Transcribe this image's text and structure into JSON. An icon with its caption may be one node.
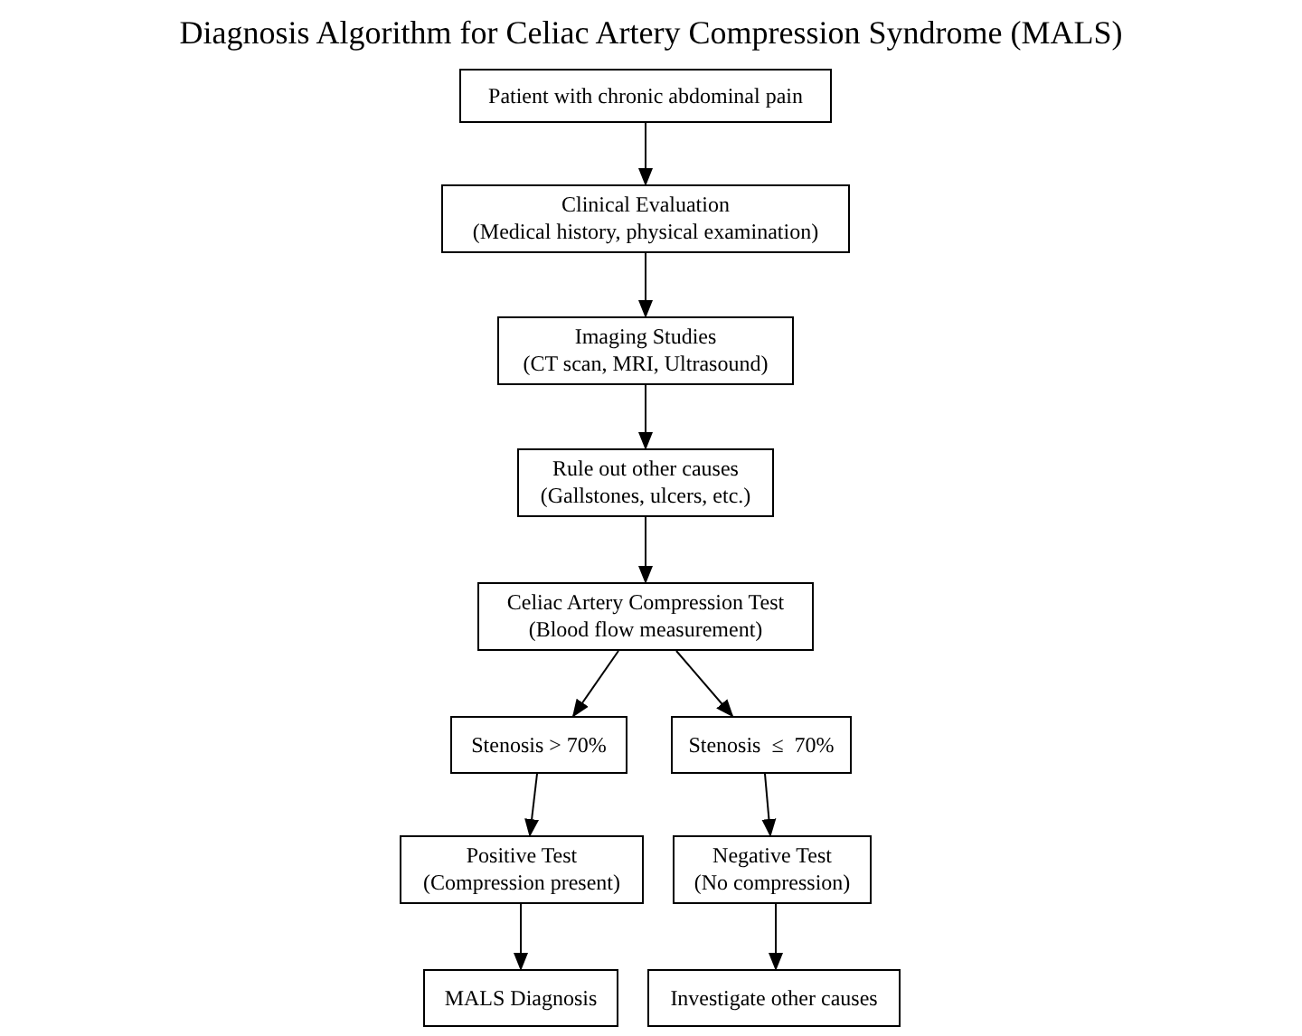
{
  "diagram": {
    "title": "Diagnosis Algorithm for Celiac Artery Compression Syndrome (MALS)",
    "nodes": [
      {
        "text": [
          "Patient with chronic abdominal pain"
        ]
      },
      {
        "text": [
          "Clinical Evaluation",
          "(Medical history, physical examination)"
        ]
      },
      {
        "text": [
          "Imaging Studies",
          "(CT scan, MRI, Ultrasound)"
        ]
      },
      {
        "text": [
          "Rule out other causes",
          "(Gallstones, ulcers, etc.)"
        ]
      },
      {
        "text": [
          "Celiac Artery Compression Test",
          "(Blood flow measurement)"
        ]
      },
      {
        "text": [
          "Stenosis > 70%"
        ]
      },
      {
        "text": [
          "Stenosis  ≤  70%"
        ]
      },
      {
        "text": [
          "Positive Test",
          "(Compression present)"
        ]
      },
      {
        "text": [
          "Negative Test",
          "(No compression)"
        ]
      },
      {
        "text": [
          "MALS Diagnosis"
        ]
      },
      {
        "text": [
          "Investigate other causes"
        ]
      }
    ],
    "edges": [
      {
        "from": 0,
        "to": 1,
        "arrow": "to"
      },
      {
        "from": 1,
        "to": 2,
        "arrow": "to"
      },
      {
        "from": 2,
        "to": 3,
        "arrow": "to"
      },
      {
        "from": 3,
        "to": 4,
        "arrow": "to"
      },
      {
        "from": 4,
        "to": 5,
        "arrow": "to"
      },
      {
        "from": 4,
        "to": 6,
        "arrow": "to"
      },
      {
        "from": 5,
        "to": 7,
        "arrow": "to"
      },
      {
        "from": 6,
        "to": 8,
        "arrow": "to"
      },
      {
        "from": 7,
        "to": 9,
        "arrow": "to"
      },
      {
        "from": 8,
        "to": 10,
        "arrow": "to"
      }
    ]
  }
}
